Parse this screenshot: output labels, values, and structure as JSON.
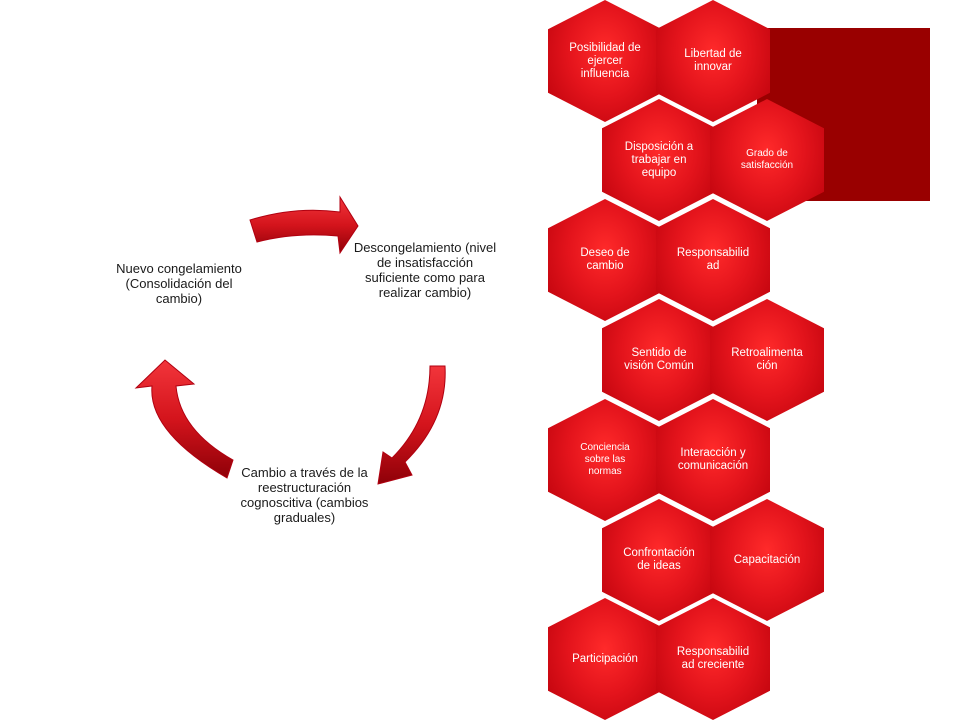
{
  "colors": {
    "arrow": "#d4141c",
    "arrow_dark": "#8e0008",
    "hex_fill": "#e4141c",
    "deco_block": "#990000",
    "label_text": "#1a1a1a"
  },
  "cycle": {
    "stages": [
      {
        "id": "unfreeze",
        "text": "Descongelamiento (nivel de insatisfacción suficiente como para realizar cambio)"
      },
      {
        "id": "change",
        "text": "Cambio a través de la reestructuración cognoscitiva (cambios graduales)"
      },
      {
        "id": "refreeze",
        "text": "Nuevo congelamiento (Consolidación del cambio)"
      }
    ]
  },
  "hexagons": [
    {
      "text": "Posibilidad de ejercer influencia"
    },
    {
      "text": "Libertad de innovar"
    },
    {
      "text": "Disposición a trabajar en equipo"
    },
    {
      "text": "Grado de satisfacción"
    },
    {
      "text": "Deseo de cambio"
    },
    {
      "text": "Responsabilidad"
    },
    {
      "text": "Sentido de visión Común"
    },
    {
      "text": "Retroalimentación"
    },
    {
      "text": "Conciencia sobre las normas"
    },
    {
      "text": "Interacción y comunicación"
    },
    {
      "text": "Confrontación de ideas"
    },
    {
      "text": "Capacitación"
    },
    {
      "text": "Participación"
    },
    {
      "text": "Responsabilidad creciente"
    }
  ]
}
